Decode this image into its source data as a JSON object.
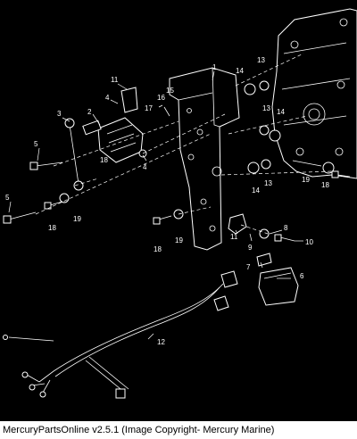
{
  "footer": {
    "caption": "MercuryPartsOnline v2.5.1 (Image Copyright- Mercury Marine)"
  },
  "callouts": [
    "1",
    "2",
    "3",
    "4",
    "4",
    "5",
    "5",
    "6",
    "7",
    "8",
    "9",
    "10",
    "11",
    "11",
    "12",
    "13",
    "13",
    "13",
    "14",
    "14",
    "14",
    "15",
    "16",
    "17",
    "18",
    "18",
    "18",
    "18",
    "19",
    "19",
    "19"
  ]
}
